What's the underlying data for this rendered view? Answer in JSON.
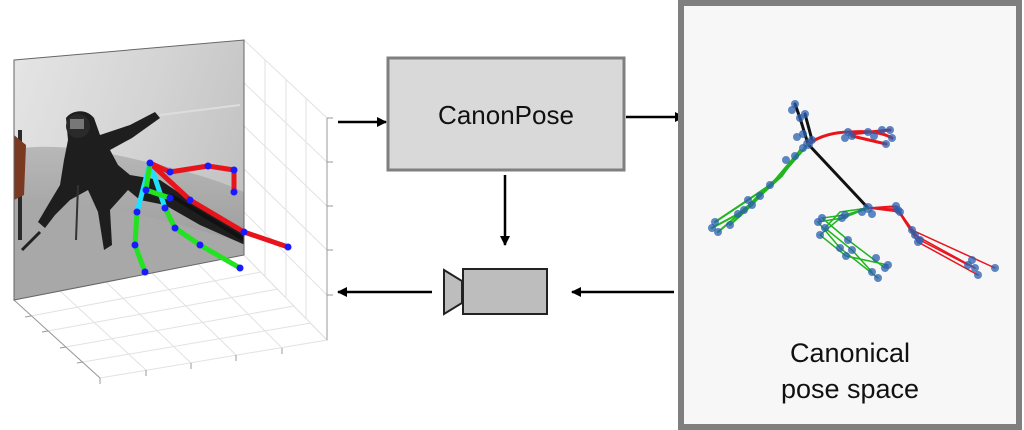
{
  "canonpose_box": {
    "label": "CanonPose",
    "fill": "#d9d9d9",
    "stroke": "#7f7f7f"
  },
  "canonical_space": {
    "line1": "Canonical",
    "line2": "pose space",
    "border": "#7f7f7f",
    "background": "#f7f7f7"
  },
  "skeleton_colors": {
    "right_limbs": "#e8141c",
    "left_limbs": "#21b51f",
    "spine": "#111111",
    "joints": "#2a5fb0",
    "image_torso": "#20e0ff",
    "image_joint": "#1a1aff"
  },
  "camera_icon": {
    "fill": "#bdbdbd",
    "stroke": "#222222"
  },
  "arrow_color": "#000000"
}
